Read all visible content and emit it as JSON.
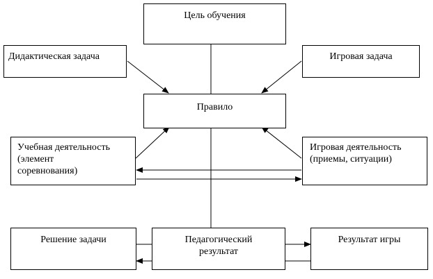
{
  "diagram": {
    "nodes": {
      "goal": {
        "label": "Цель обучения"
      },
      "didactic_task": {
        "label": "Дидактическая задача"
      },
      "game_task": {
        "label": "Игровая задача"
      },
      "rule": {
        "label": "Правило"
      },
      "learning_activity": {
        "line1": "Учебная деятельность",
        "line2": "(элемент",
        "line3": "соревнования)"
      },
      "game_activity": {
        "line1": "Игровая деятельность",
        "line2": "(приемы, ситуации)"
      },
      "task_solution": {
        "label": "Решение задачи"
      },
      "pedagogical_result": {
        "line1": "Педагогический",
        "line2": "результат"
      },
      "game_result": {
        "label": "Результат игры"
      }
    },
    "edges": [
      {
        "from": "didactic_task",
        "to": "rule"
      },
      {
        "from": "game_task",
        "to": "rule"
      },
      {
        "from": "learning_activity",
        "to": "rule"
      },
      {
        "from": "game_activity",
        "to": "rule"
      },
      {
        "from": "game_activity",
        "to": "learning_activity"
      },
      {
        "from": "learning_activity",
        "to": "game_activity"
      },
      {
        "from": "pedagogical_result",
        "to": "game_result"
      },
      {
        "from": "pedagogical_result",
        "to": "task_solution"
      }
    ],
    "colors": {
      "stroke": "#000000",
      "background": "#ffffff"
    }
  }
}
